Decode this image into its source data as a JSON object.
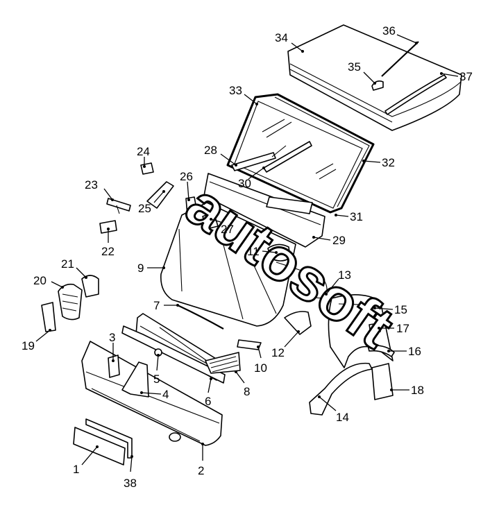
{
  "watermark": "autosoft",
  "callouts": [
    {
      "num": "1"
    },
    {
      "num": "2"
    },
    {
      "num": "3"
    },
    {
      "num": "4"
    },
    {
      "num": "5"
    },
    {
      "num": "6"
    },
    {
      "num": "7"
    },
    {
      "num": "8"
    },
    {
      "num": "9"
    },
    {
      "num": "10"
    },
    {
      "num": "11"
    },
    {
      "num": "12"
    },
    {
      "num": "13"
    },
    {
      "num": "14"
    },
    {
      "num": "15"
    },
    {
      "num": "16"
    },
    {
      "num": "17"
    },
    {
      "num": "18"
    },
    {
      "num": "19"
    },
    {
      "num": "20"
    },
    {
      "num": "21"
    },
    {
      "num": "22"
    },
    {
      "num": "23"
    },
    {
      "num": "24"
    },
    {
      "num": "25"
    },
    {
      "num": "26"
    },
    {
      "num": "27"
    },
    {
      "num": "28"
    },
    {
      "num": "29"
    },
    {
      "num": "30"
    },
    {
      "num": "31"
    },
    {
      "num": "32"
    },
    {
      "num": "33"
    },
    {
      "num": "34"
    },
    {
      "num": "35"
    },
    {
      "num": "36"
    },
    {
      "num": "37"
    },
    {
      "num": "38"
    }
  ]
}
